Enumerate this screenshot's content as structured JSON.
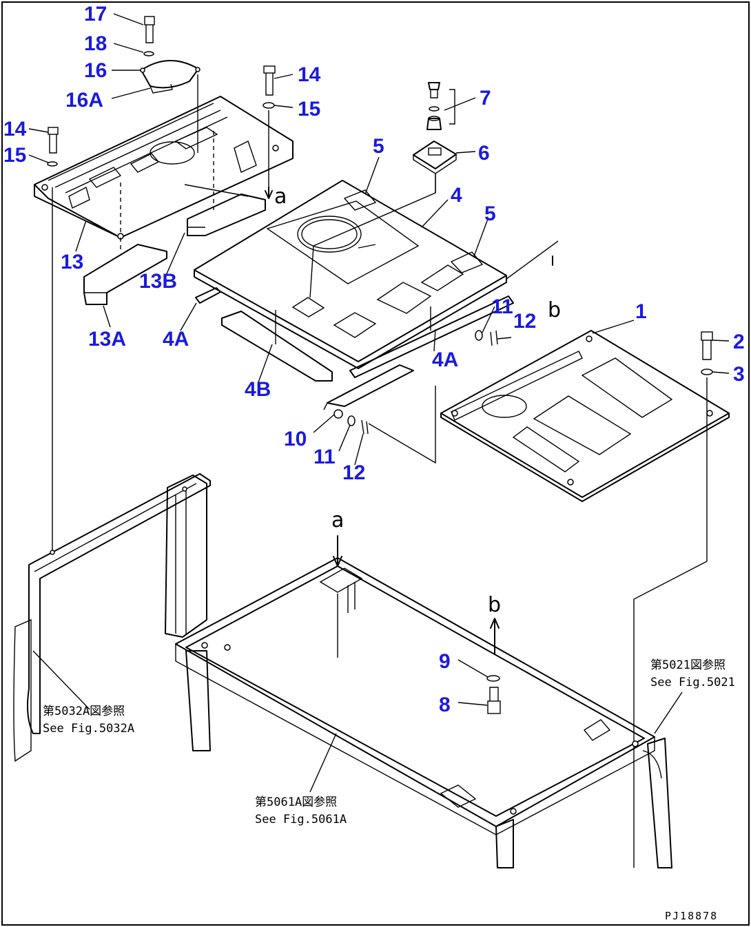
{
  "drawing_code": "PJ18878",
  "callouts": {
    "c1": "1",
    "c2": "2",
    "c3": "3",
    "c4": "4",
    "c5a": "5",
    "c5b": "5",
    "c6": "6",
    "c7": "7",
    "c8": "8",
    "c9": "9",
    "c10": "10",
    "c11a": "11",
    "c11b": "11",
    "c12a": "12",
    "c12b": "12",
    "c13": "13",
    "c13A": "13A",
    "c13B": "13B",
    "c14a": "14",
    "c14b": "14",
    "c15a": "15",
    "c15b": "15",
    "c16": "16",
    "c16A": "16A",
    "c17": "17",
    "c18": "18",
    "c4Aa": "4A",
    "c4Ab": "4A",
    "c4B": "4B"
  },
  "flow_markers": {
    "a_top": "a",
    "a_bottom": "a",
    "b_top": "b",
    "b_bottom": "b"
  },
  "references": {
    "ref5032_jp": "第5032A図参照",
    "ref5032_en": "See Fig.5032A",
    "ref5061_jp": "第5061A図参照",
    "ref5061_en": "See Fig.5061A",
    "ref5021_jp": "第5021図参照",
    "ref5021_en": "See Fig.5021"
  },
  "colors": {
    "callout": "#1a1ae0",
    "line": "#000000",
    "background": "#ffffff"
  }
}
